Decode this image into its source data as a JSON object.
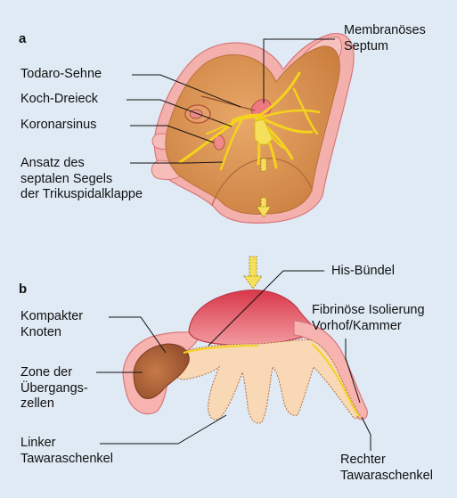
{
  "panel_a": {
    "letter": "a",
    "labels": {
      "membranoeses_septum": "Membranöses\nSeptum",
      "todaro_sehne": "Todaro-Sehne",
      "koch_dreieck": "Koch-Dreieck",
      "koronarsinus": "Koronarsinus",
      "ansatz": "Ansatz des\nseptalen Segels\nder Trikuspidalklappe"
    }
  },
  "panel_b": {
    "letter": "b",
    "labels": {
      "his_buendel": "His-Bündel",
      "kompakter_knoten": "Kompakter\nKnoten",
      "fibrinoese": "Fibrinöse Isolierung\nVorhof/Kammer",
      "zone": "Zone der\nÜbergangs-\nzellen",
      "linker": "Linker\nTawaraschenkel",
      "rechter": "Rechter\nTawaraschenkel"
    }
  },
  "colors": {
    "background": "#dfeaf4",
    "heart_wall": "#f3b0ac",
    "heart_inner": "#d9914f",
    "conduction": "#f4d21e",
    "his_bundle": "#e9525d",
    "tawara": "#f9d8b6",
    "node": "#b96a3f"
  }
}
